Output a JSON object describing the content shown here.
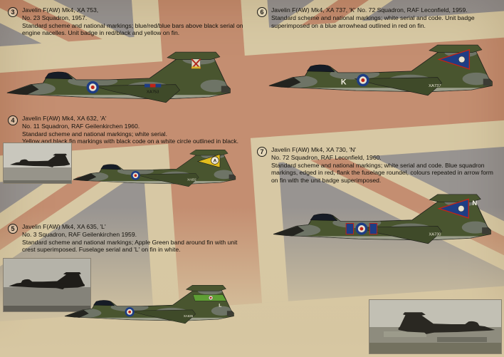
{
  "page": {
    "type": "decal instruction sheet",
    "subject": "Gloster Javelin F(AW) Mk4 colour profiles"
  },
  "colors": {
    "paper": "#d7c7a2",
    "flag_blue": "#3c4b7e",
    "flag_red": "#ad3d2c",
    "flag_white": "#ddd0ae",
    "camo_green": "#49552f",
    "camo_grey": "#6e7466",
    "roundel_blue": "#1e3d85",
    "roundel_red": "#bf2418",
    "apple_green": "#5f9e35",
    "squadron_yellow": "#e3bd1e"
  },
  "entries": [
    {
      "number": "3",
      "line1": "Javelin F(AW)  Mk4, XA 753,",
      "line2": "No. 23 Squadron, 1957.",
      "body": "Standard  scheme and national markings; blue/red/blue bars above black serial on engine nacelles. Unit badge in red/black and yellow on fin.",
      "body2": "",
      "serial": "XA753",
      "code": ""
    },
    {
      "number": "4",
      "line1": "Javelin F(AW)  Mk4, XA 632, 'A'",
      "line2": "No. 11 Squadron, RAF Geilenkirchen 1960.",
      "body": "Standard  scheme and national markings; white serial.",
      "body2": "Yellow and black fin markings with black code on a white circle outlined in black.",
      "serial": "XA632",
      "code": "A"
    },
    {
      "number": "5",
      "line1": "Javelin F(AW)  Mk4, XA 635, 'L'",
      "line2": "No. 3 Squadron, RAF Geilenkirchen 1959.",
      "body": "Standard  scheme and national markings; Apple Green band around fin with unit crest superimposed. Fuselage serial and 'L' on fin in white.",
      "body2": "",
      "serial": "XA635",
      "code": "L"
    },
    {
      "number": "6",
      "line1": "Javelin F(AW)  Mk4, XA 737, 'K'  No. 72 Squadron, RAF Leconfield, 1959.",
      "line2": "",
      "body": "Standard  scheme and national markings; white serial and code. Unit badge superimposed on a blue arrowhead outlined in red on fin.",
      "body2": "",
      "serial": "XA737",
      "code": "K"
    },
    {
      "number": "7",
      "line1": "Javelin F(AW)  Mk4, XA 730, 'N'",
      "line2": "No. 72 Squadron, RAF Leconfield, 1960.",
      "body": "Standard  scheme and national markings; white serial and code. Blue squadron markings, edged in red, flank the fuselage roundel, colours repeated in arrow form on fin with the unit badge superimposed.",
      "body2": "",
      "serial": "XA730",
      "code": "N"
    }
  ],
  "photos": [
    {
      "name": "black-and-white photo, Javelin parked on ground"
    },
    {
      "name": "black-and-white photo, Javelin taxiing"
    },
    {
      "name": "black-and-white photo, Javelin in flight over fields"
    }
  ]
}
